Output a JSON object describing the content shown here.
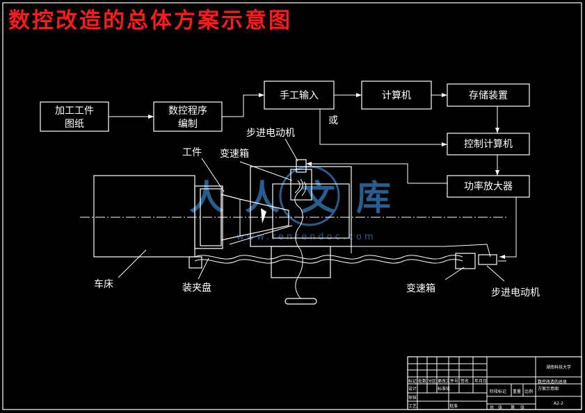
{
  "title": "数控改造的总体方案示意图",
  "blocks": {
    "drawing": [
      "加工工件",
      "图纸"
    ],
    "programming": [
      "数控程序",
      "编制"
    ],
    "manual_input": "手工输入",
    "computer": "计算机",
    "storage": "存储装置",
    "control_computer": "控制计算机",
    "power_amp": "功率放大器"
  },
  "or_label": "或",
  "labels": {
    "stepper_top": "步进电动机",
    "workpiece": "工件",
    "gearbox_top": "变速箱",
    "lathe": "车床",
    "chuck": "装夹盘",
    "gearbox_bottom": "变速箱",
    "stepper_bottom": "步进电动机"
  },
  "watermark": {
    "text": "人人文库",
    "url": "www.renrendoc.com"
  },
  "title_block": {
    "university": "湖南科技大学",
    "drawing_name": [
      "数控改造的总体",
      "方案示意图"
    ],
    "drawing_no": "A2-2",
    "cells": [
      "标记",
      "处数",
      "分区",
      "更改文件号",
      "签名",
      "年月日",
      "设计",
      "标准化",
      "阶段标记",
      "重量",
      "比例",
      "审核",
      "工艺",
      "批准",
      "共",
      "张",
      "第",
      "张"
    ]
  },
  "colors": {
    "title": "#ff1a1a",
    "lines": "#ffffff",
    "watermark": "#2f6fa8",
    "background": "#000000"
  }
}
